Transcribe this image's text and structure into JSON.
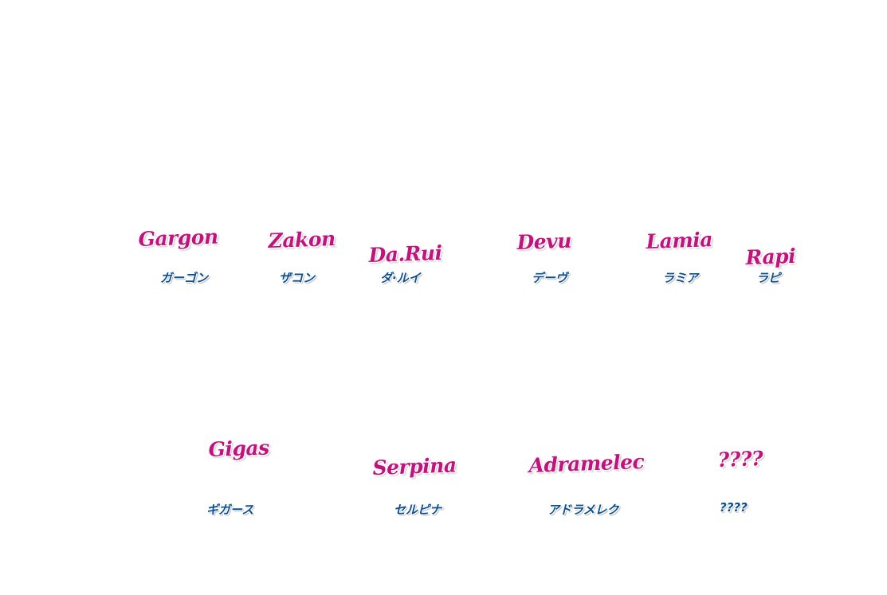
{
  "characters": [
    {
      "english": "Gargon",
      "katakana": "ガーゴン"
    },
    {
      "english": "Zakon",
      "katakana": "ザコン"
    },
    {
      "english": "Da.Rui",
      "katakana": "ダ·ルイ"
    },
    {
      "english": "Devu",
      "katakana": "デーヴ"
    },
    {
      "english": "Lamia",
      "katakana": "ラミア"
    },
    {
      "english": "Rapi",
      "katakana": "ラピ"
    },
    {
      "english": "Gigas",
      "katakana": "ギガース"
    },
    {
      "english": "Serpina",
      "katakana": "セルピナ"
    },
    {
      "english": "Adramelec",
      "katakana": "アドラメレク"
    },
    {
      "english": "????",
      "katakana": "????"
    }
  ],
  "colors": {
    "background": "#ffffff",
    "english_name": "#c0137e",
    "katakana_name": "#0b4f8f"
  }
}
